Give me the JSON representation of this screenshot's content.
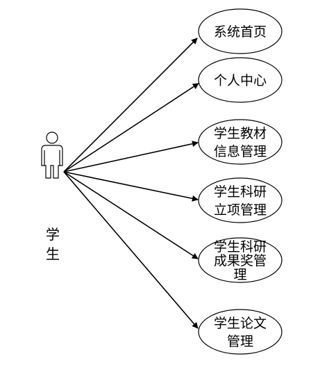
{
  "actor": {
    "label_line1": "学",
    "label_line2": "生"
  },
  "use_cases": [
    {
      "id": "home",
      "lines": [
        "系统首页"
      ]
    },
    {
      "id": "personal",
      "lines": [
        "个人中心"
      ]
    },
    {
      "id": "textbook",
      "lines": [
        "学生教材",
        "信息管理"
      ]
    },
    {
      "id": "project",
      "lines": [
        "学生科研",
        "立项管理"
      ]
    },
    {
      "id": "award",
      "lines": [
        "学生科研",
        "成果奖管",
        "理"
      ]
    },
    {
      "id": "paper",
      "lines": [
        "学生论文",
        "管理"
      ]
    }
  ]
}
